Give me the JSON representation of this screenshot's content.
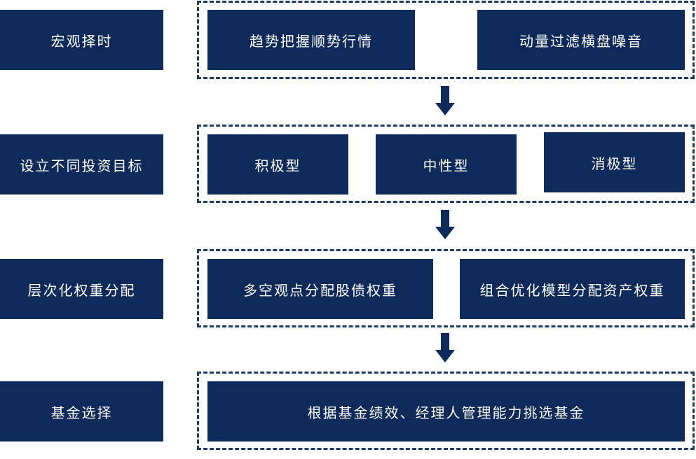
{
  "stages": [
    {
      "label": "宏观择时"
    },
    {
      "label": "设立不同投资目标"
    },
    {
      "label": "层次化权重分配"
    },
    {
      "label": "基金选择"
    }
  ],
  "row1": {
    "box1": "趋势把握顺势行情",
    "box2": "动量过滤横盘噪音"
  },
  "row2": {
    "box1": "积极型",
    "box2": "中性型",
    "box3": "消极型"
  },
  "row3": {
    "box1": "多空观点分配股债权重",
    "box2": "组合优化模型分配资产权重"
  },
  "row4": {
    "box1": "根据基金绩效、经理人管理能力挑选基金"
  }
}
